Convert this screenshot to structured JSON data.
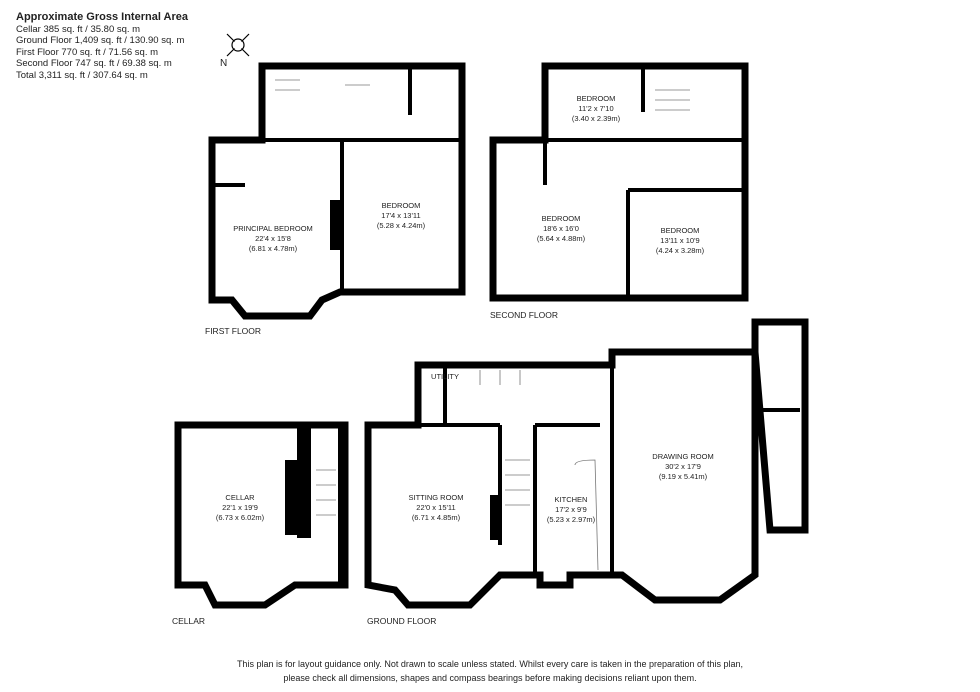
{
  "area_summary": {
    "title": "Approximate Gross Internal Area",
    "lines": [
      "Cellar 385 sq. ft / 35.80 sq. m",
      "Ground Floor 1,409 sq. ft / 130.90 sq. m",
      "First Floor 770 sq. ft / 71.56 sq. m",
      "Second Floor 747 sq. ft / 69.38 sq. m",
      "Total 3,311 sq. ft / 307.64 sq. m"
    ]
  },
  "compass": {
    "label": "N",
    "icon": "compass-icon"
  },
  "floors": {
    "first": {
      "label": "FIRST FLOOR",
      "rooms": [
        {
          "name": "PRINCIPAL BEDROOM",
          "imperial": "22'4 x 15'8",
          "metric": "(6.81 x 4.78m)"
        },
        {
          "name": "BEDROOM",
          "imperial": "17'4 x 13'11",
          "metric": "(5.28 x 4.24m)"
        }
      ]
    },
    "second": {
      "label": "SECOND FLOOR",
      "rooms": [
        {
          "name": "BEDROOM",
          "imperial": "11'2 x 7'10",
          "metric": "(3.40 x 2.39m)"
        },
        {
          "name": "BEDROOM",
          "imperial": "18'6 x 16'0",
          "metric": "(5.64 x 4.88m)"
        },
        {
          "name": "BEDROOM",
          "imperial": "13'11 x 10'9",
          "metric": "(4.24 x 3.28m)"
        }
      ]
    },
    "cellar": {
      "label": "CELLAR",
      "rooms": [
        {
          "name": "CELLAR",
          "imperial": "22'1 x 19'9",
          "metric": "(6.73 x 6.02m)"
        }
      ]
    },
    "ground": {
      "label": "GROUND FLOOR",
      "rooms": [
        {
          "name": "SITTING ROOM",
          "imperial": "22'0 x 15'11",
          "metric": "(6.71 x 4.85m)"
        },
        {
          "name": "KITCHEN",
          "imperial": "17'2 x 9'9",
          "metric": "(5.23 x 2.97m)"
        },
        {
          "name": "DRAWING ROOM",
          "imperial": "30'2 x 17'9",
          "metric": "(9.19 x 5.41m)"
        },
        {
          "name": "UTILITY"
        }
      ]
    }
  },
  "disclaimer": [
    "This plan is for layout guidance only.  Not drawn to scale unless stated. Whilst every care is taken in the preparation of this plan,",
    "please check all dimensions, shapes and compass bearings before making decisions reliant upon them."
  ]
}
